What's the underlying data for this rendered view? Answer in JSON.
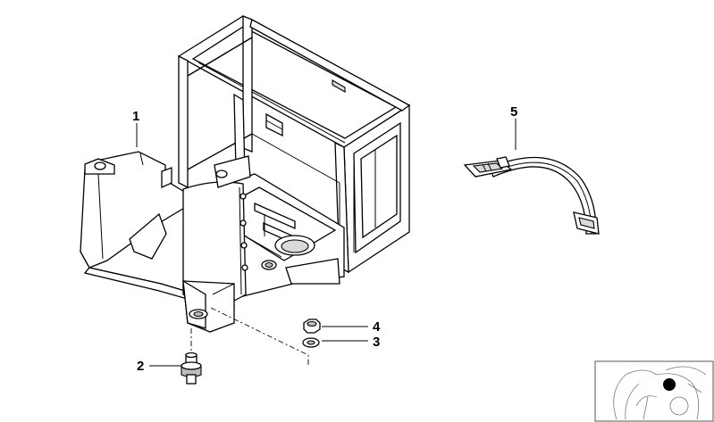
{
  "diagram": {
    "callouts": [
      {
        "id": "1",
        "label": "1"
      },
      {
        "id": "2",
        "label": "2"
      },
      {
        "id": "3",
        "label": "3"
      },
      {
        "id": "4",
        "label": "4"
      },
      {
        "id": "5",
        "label": "5"
      }
    ],
    "parts": [
      {
        "callout": "1",
        "icon": "battery-tray-icon"
      },
      {
        "callout": "2",
        "icon": "rubber-mount-icon"
      },
      {
        "callout": "3",
        "icon": "washer-icon"
      },
      {
        "callout": "4",
        "icon": "nut-icon"
      },
      {
        "callout": "5",
        "icon": "battery-strap-icon"
      }
    ],
    "thumbnail": {
      "icon": "motorcycle-thumbnail-icon"
    },
    "colors": {
      "line": "#000000",
      "fill": "#ffffff",
      "shade": "#d9d9d9"
    }
  }
}
